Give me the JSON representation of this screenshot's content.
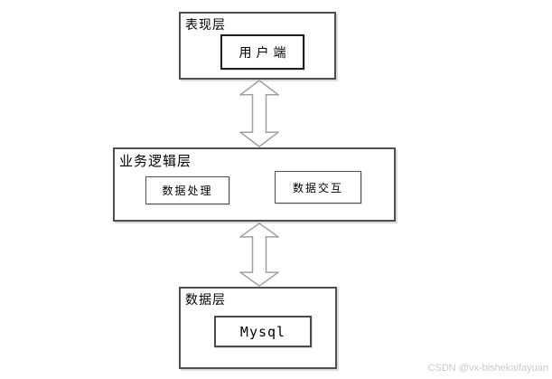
{
  "colors": {
    "background": "#ffffff",
    "layer_border": "#4f4f4f",
    "client_border": "#1f1f1f",
    "box_shadow": "#dcdcdc",
    "arrow_fill": "#ffffff",
    "arrow_stroke": "#a0a0a0",
    "text": "#000000",
    "watermark": "#cbcbcb"
  },
  "diagram": {
    "type": "layered-architecture",
    "layers": [
      {
        "id": "presentation",
        "label": "表现层",
        "nodes": [
          {
            "label": "用户端"
          }
        ]
      },
      {
        "id": "business-logic",
        "label": "业务逻辑层",
        "nodes": [
          {
            "label": "数据处理"
          },
          {
            "label": "数据交互"
          }
        ]
      },
      {
        "id": "data",
        "label": "数据层",
        "nodes": [
          {
            "label": "Mysql"
          }
        ]
      }
    ],
    "connectors": [
      {
        "from": "表现层",
        "to": "业务逻辑层",
        "type": "double-headed-arrow"
      },
      {
        "from": "业务逻辑层",
        "to": "数据层",
        "type": "double-headed-arrow"
      }
    ]
  },
  "watermark": {
    "text": "CSDN @vx-bishekaifayuan"
  }
}
